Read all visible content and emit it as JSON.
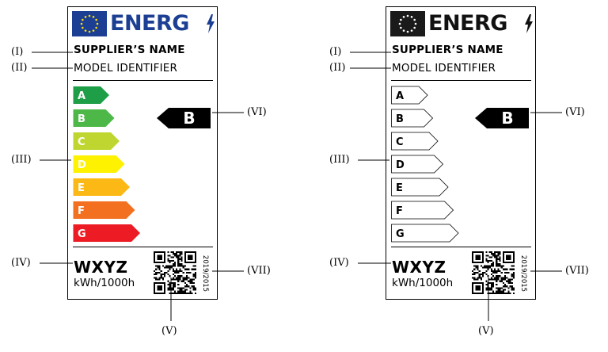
{
  "labels": [
    {
      "variant": "color",
      "brand": "ENERG",
      "supplier": "SUPPLIER’S NAME",
      "model": "MODEL IDENTIFIER",
      "classes": [
        {
          "letter": "A",
          "color": "#1f9e48"
        },
        {
          "letter": "B",
          "color": "#4db848"
        },
        {
          "letter": "C",
          "color": "#bfd630"
        },
        {
          "letter": "D",
          "color": "#fff200"
        },
        {
          "letter": "E",
          "color": "#fcb814"
        },
        {
          "letter": "F",
          "color": "#f37021"
        },
        {
          "letter": "G",
          "color": "#ed1c24"
        }
      ],
      "indicated_class": "B",
      "energy_value": "WXYZ",
      "energy_unit": "kWh/1000h",
      "regulation": "2019/2015",
      "flag_color": "#1c3f94"
    },
    {
      "variant": "mono",
      "brand": "ENERG",
      "supplier": "SUPPLIER’S NAME",
      "model": "MODEL IDENTIFIER",
      "classes": [
        {
          "letter": "A",
          "color": "#ffffff"
        },
        {
          "letter": "B",
          "color": "#ffffff"
        },
        {
          "letter": "C",
          "color": "#ffffff"
        },
        {
          "letter": "D",
          "color": "#ffffff"
        },
        {
          "letter": "E",
          "color": "#ffffff"
        },
        {
          "letter": "F",
          "color": "#ffffff"
        },
        {
          "letter": "G",
          "color": "#ffffff"
        }
      ],
      "indicated_class": "B",
      "energy_value": "WXYZ",
      "energy_unit": "kWh/1000h",
      "regulation": "2019/2015",
      "flag_color": "#1a1a1a"
    }
  ],
  "callouts": {
    "I": "(I)",
    "II": "(II)",
    "III": "(III)",
    "IV": "(IV)",
    "V": "(V)",
    "VI": "(VI)",
    "VII": "(VII)"
  }
}
